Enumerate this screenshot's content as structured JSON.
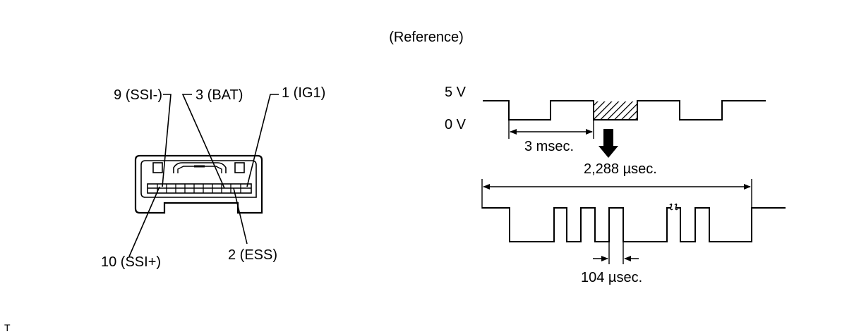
{
  "heading": "(Reference)",
  "connector": {
    "pins": {
      "ssi_minus": "9 (SSI-)",
      "bat": "3 (BAT)",
      "ig1": "1 (IG1)",
      "ssi_plus": "10 (SSI+)",
      "ess": "2 (ESS)"
    }
  },
  "waveform": {
    "v_high": "5 V",
    "v_low": "0 V",
    "period": "3 msec.",
    "frame": "2,288 µsec.",
    "bit": "104 µsec."
  },
  "corner_mark": "T"
}
